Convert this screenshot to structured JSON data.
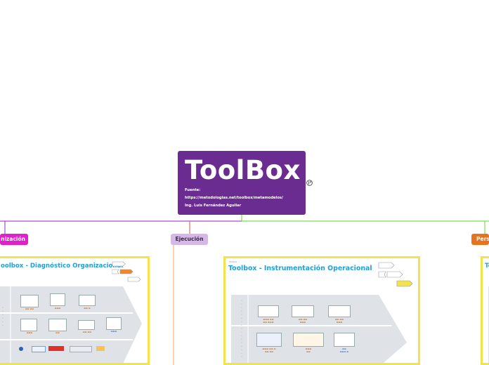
{
  "root": {
    "title": "ToolBox",
    "source_label": "Fuente:",
    "source_url": "https://metodologias.net/toolbox/metamodelos/",
    "author": "Ing. Luis Fernández Aguilar"
  },
  "branches": [
    {
      "label": "nización",
      "color": "#e020c8"
    },
    {
      "label": "Ejecución",
      "color": "#d6b8e6"
    },
    {
      "label": "Pers",
      "color": "#e8731e"
    }
  ],
  "cards": [
    {
      "title": "oolbox - Diagnóstico Organizacional"
    },
    {
      "title": "Toolbox - Instrumentación Operacional",
      "header_note": "Toolbox ..."
    },
    {
      "title": "To"
    }
  ],
  "connector_colors": {
    "purple": "#a64dcc",
    "green": "#7fdc4e",
    "red": "#e07070",
    "orange": "#f4a460"
  },
  "icons": [
    "globe-icon"
  ]
}
